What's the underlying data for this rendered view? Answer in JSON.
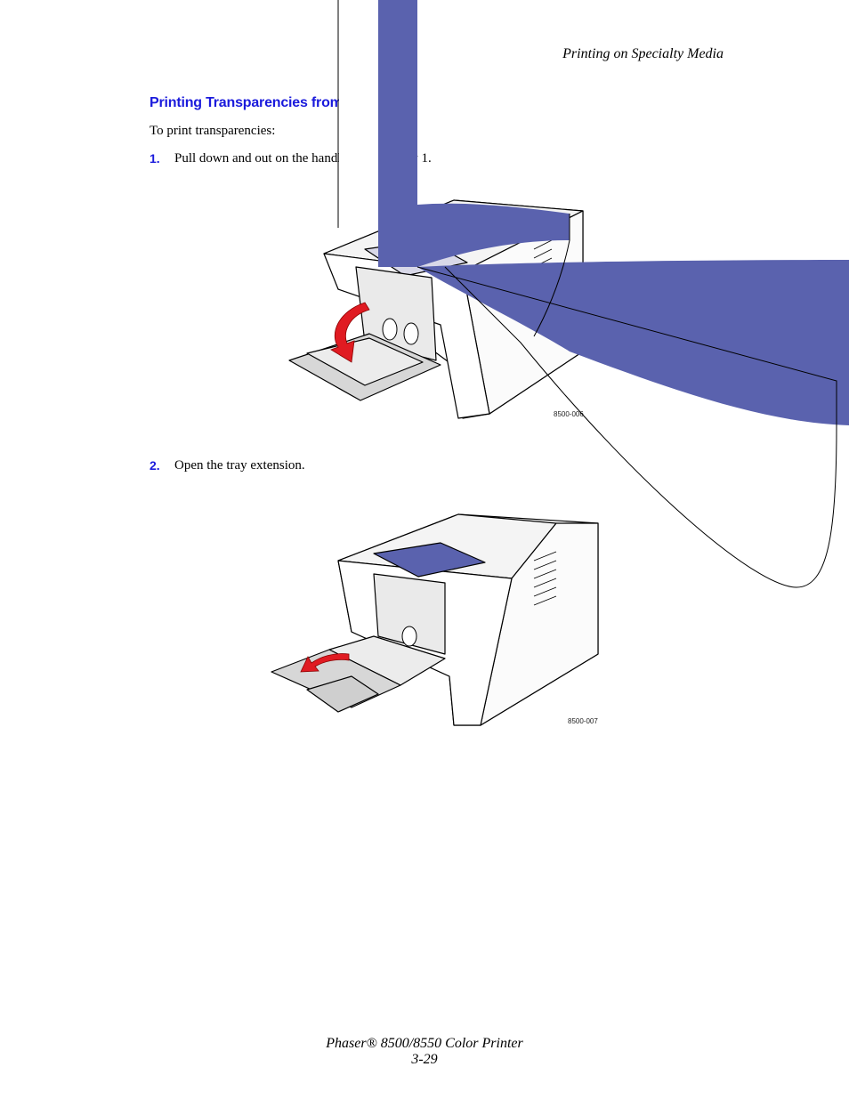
{
  "header": {
    "running_title": "Printing on Specialty Media"
  },
  "section": {
    "title": "Printing Transparencies from"
  },
  "intro": "To print transparencies:",
  "steps": [
    {
      "number": "1.",
      "text": "Pull down and out on the handle to open Tray 1."
    },
    {
      "number": "2.",
      "text": "Open the tray extension."
    }
  ],
  "figures": [
    {
      "label": "8500-006",
      "icon": "printer-open-tray-illustration"
    },
    {
      "label": "8500-007",
      "icon": "printer-tray-extension-illustration"
    }
  ],
  "footer": {
    "product": "Phaser® 8500/8550 Color Printer",
    "page": "3-29"
  },
  "colors": {
    "accent": "#1a1adc",
    "overlay": "#5a62ae",
    "arrow": "#e01b22"
  }
}
